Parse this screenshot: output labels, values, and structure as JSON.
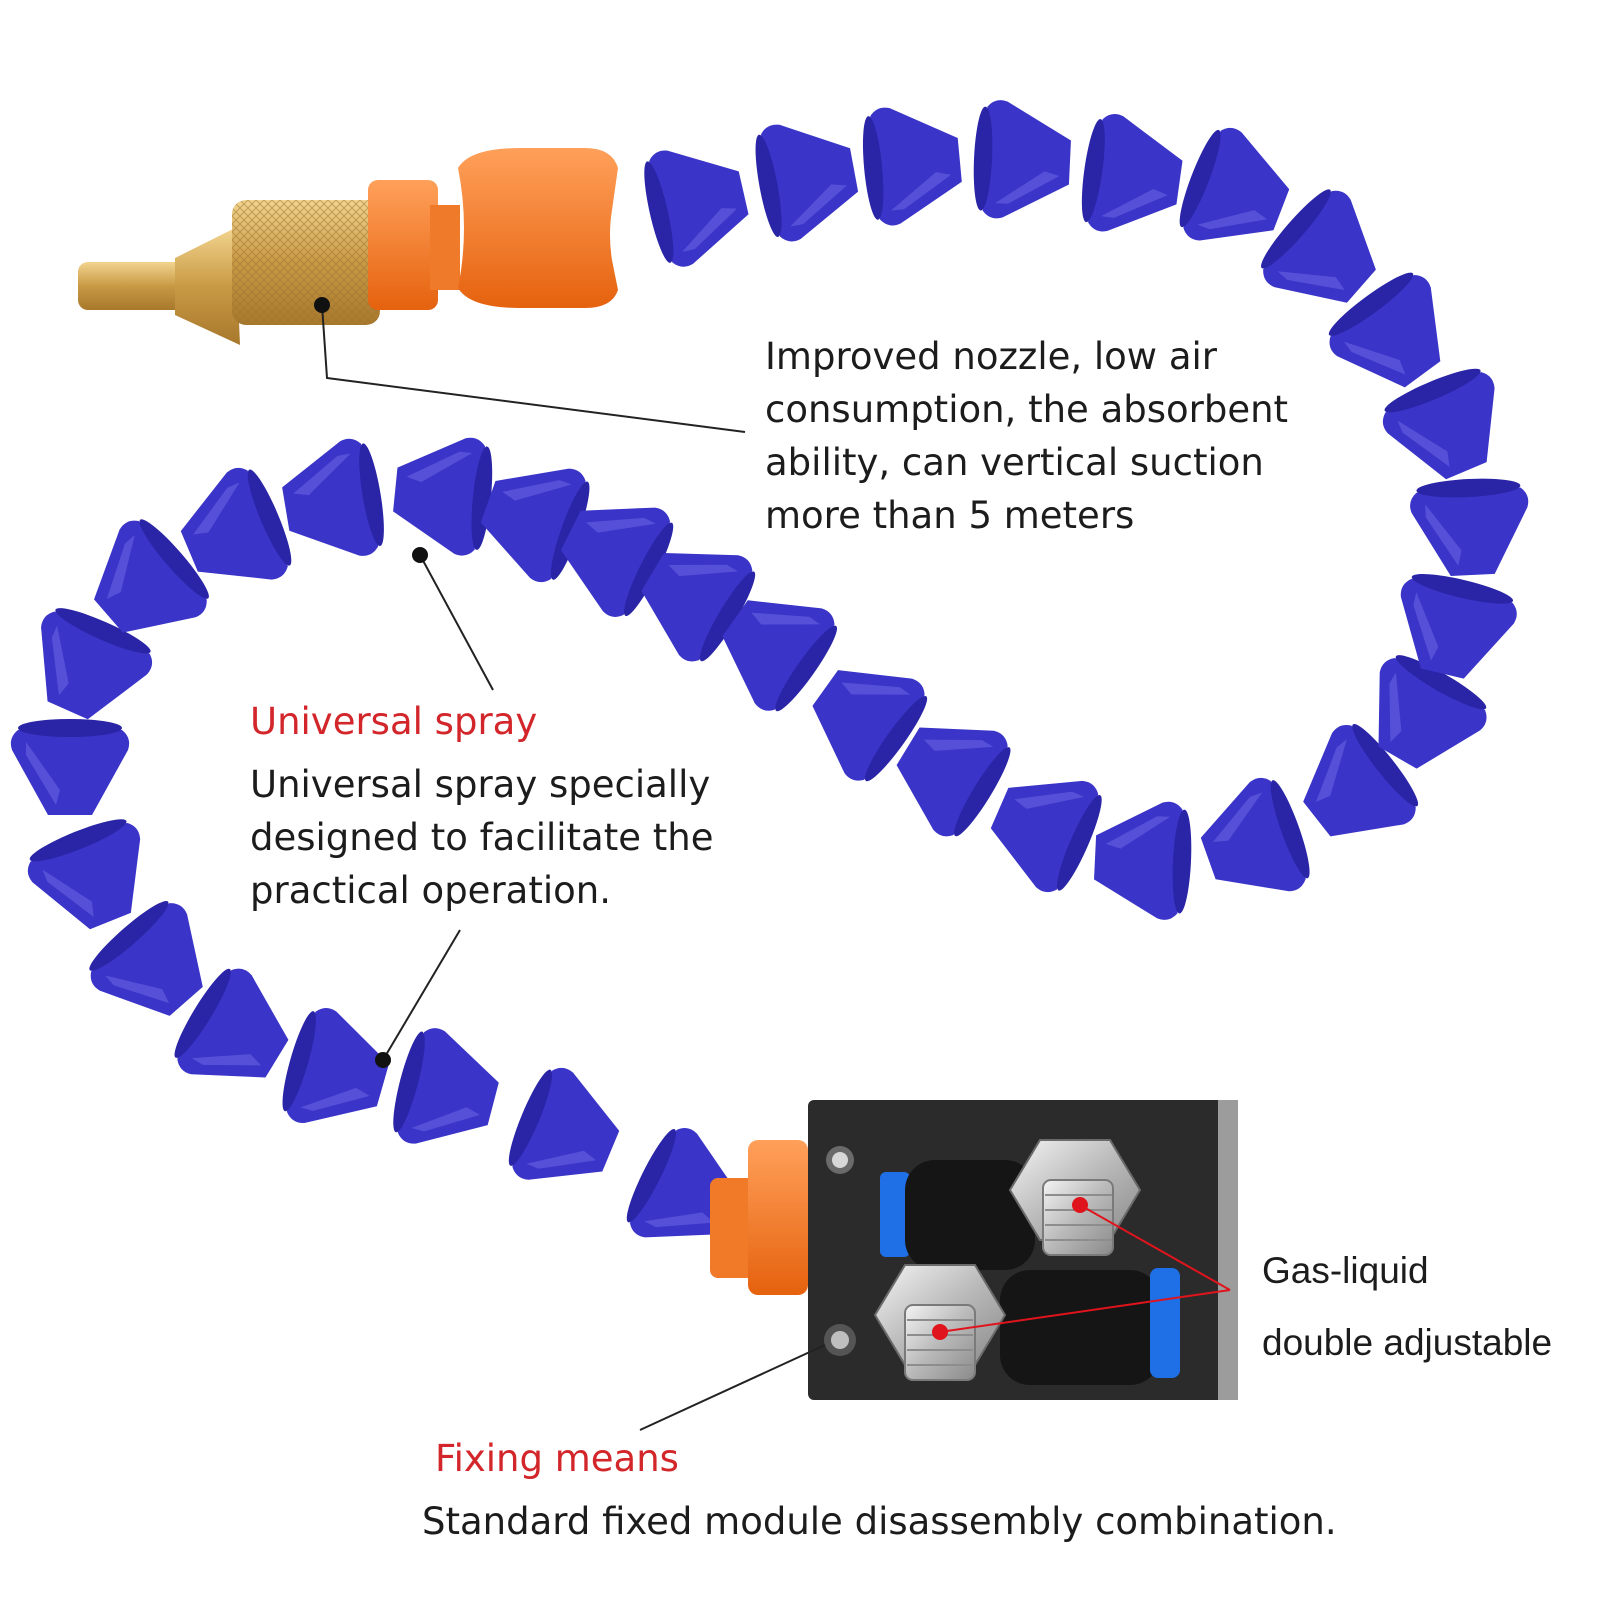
{
  "colors": {
    "hose_blue": "#3a34c8",
    "hose_orange": "#f5781f",
    "nozzle_brass": "#d8b25f",
    "valve_block": "#2b2b2b",
    "fitting_blue": "#1f6fe6",
    "heading_red": "#d3262b",
    "text_dark": "#1c1c1c",
    "background": "#ffffff"
  },
  "callouts": {
    "nozzle": {
      "lines": [
        "Improved nozzle, low air",
        "consumption, the absorbent",
        "ability, can vertical suction",
        "more than 5 meters"
      ]
    },
    "spray": {
      "title": "Universal spray",
      "lines": [
        "Universal spray specially",
        "designed to facilitate the",
        "practical operation."
      ]
    },
    "valve": {
      "lines": [
        "Gas-liquid",
        "double adjustable"
      ]
    },
    "fixing": {
      "title": "Fixing means",
      "text": "Standard fixed module disassembly combination."
    }
  },
  "icons": [
    "brass-nozzle-icon",
    "flexible-hose-icon",
    "valve-block-icon",
    "adjust-knob-icon",
    "push-fitting-icon"
  ]
}
